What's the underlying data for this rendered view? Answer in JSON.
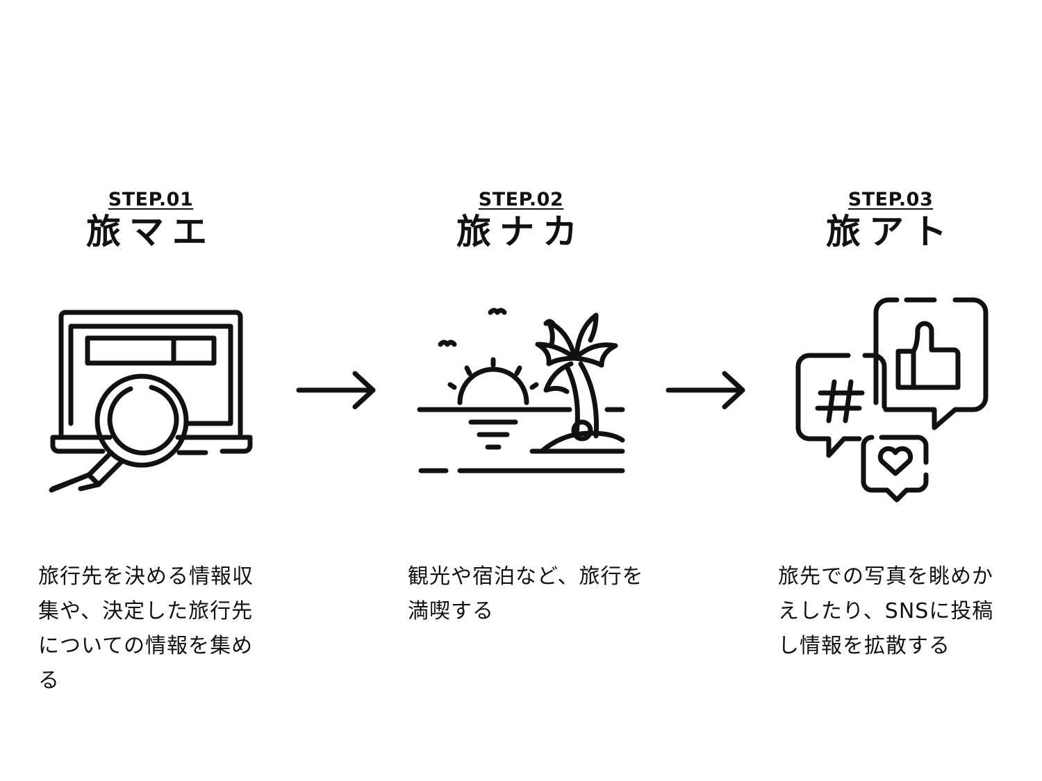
{
  "steps": [
    {
      "label": "STEP.01",
      "title": "旅マエ",
      "icon": "laptop-magnifier-icon",
      "description": "旅行先を決める情報収集や、決定した旅行先についての情報を集める"
    },
    {
      "label": "STEP.02",
      "title": "旅ナカ",
      "icon": "beach-sunset-icon",
      "description": "観光や宿泊など、旅行を満喫する"
    },
    {
      "label": "STEP.03",
      "title": "旅アト",
      "icon": "social-media-bubbles-icon",
      "description": "旅先での写真を眺めかえしたり、SNSに投稿し情報を拡散する"
    }
  ],
  "colors": {
    "ink": "#111111",
    "background": "#ffffff"
  }
}
